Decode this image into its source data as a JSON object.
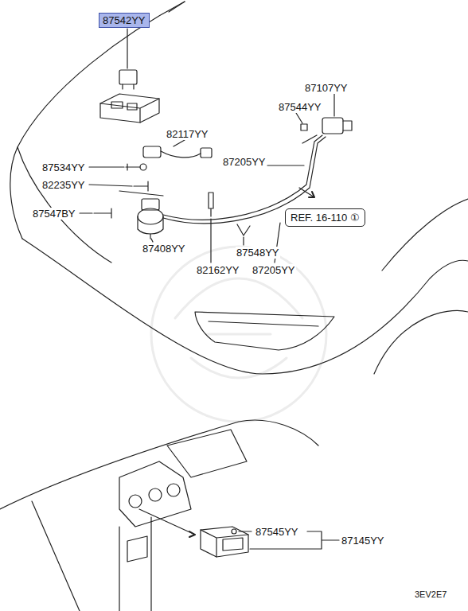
{
  "diagram": {
    "nodes": [
      {
        "text": [
          "87542YY"
        ]
      },
      {
        "text": [
          "REF. 16-110 ①"
        ]
      }
    ],
    "labels": [
      "87107YY",
      "87544YY",
      "82117YY",
      "87534YY",
      "87205YY",
      "82235YY",
      "87547BY",
      "87408YY",
      "82162YY",
      "87548YY",
      "87205YY",
      "87545YY",
      "87145YY",
      "3EV2E7"
    ]
  }
}
